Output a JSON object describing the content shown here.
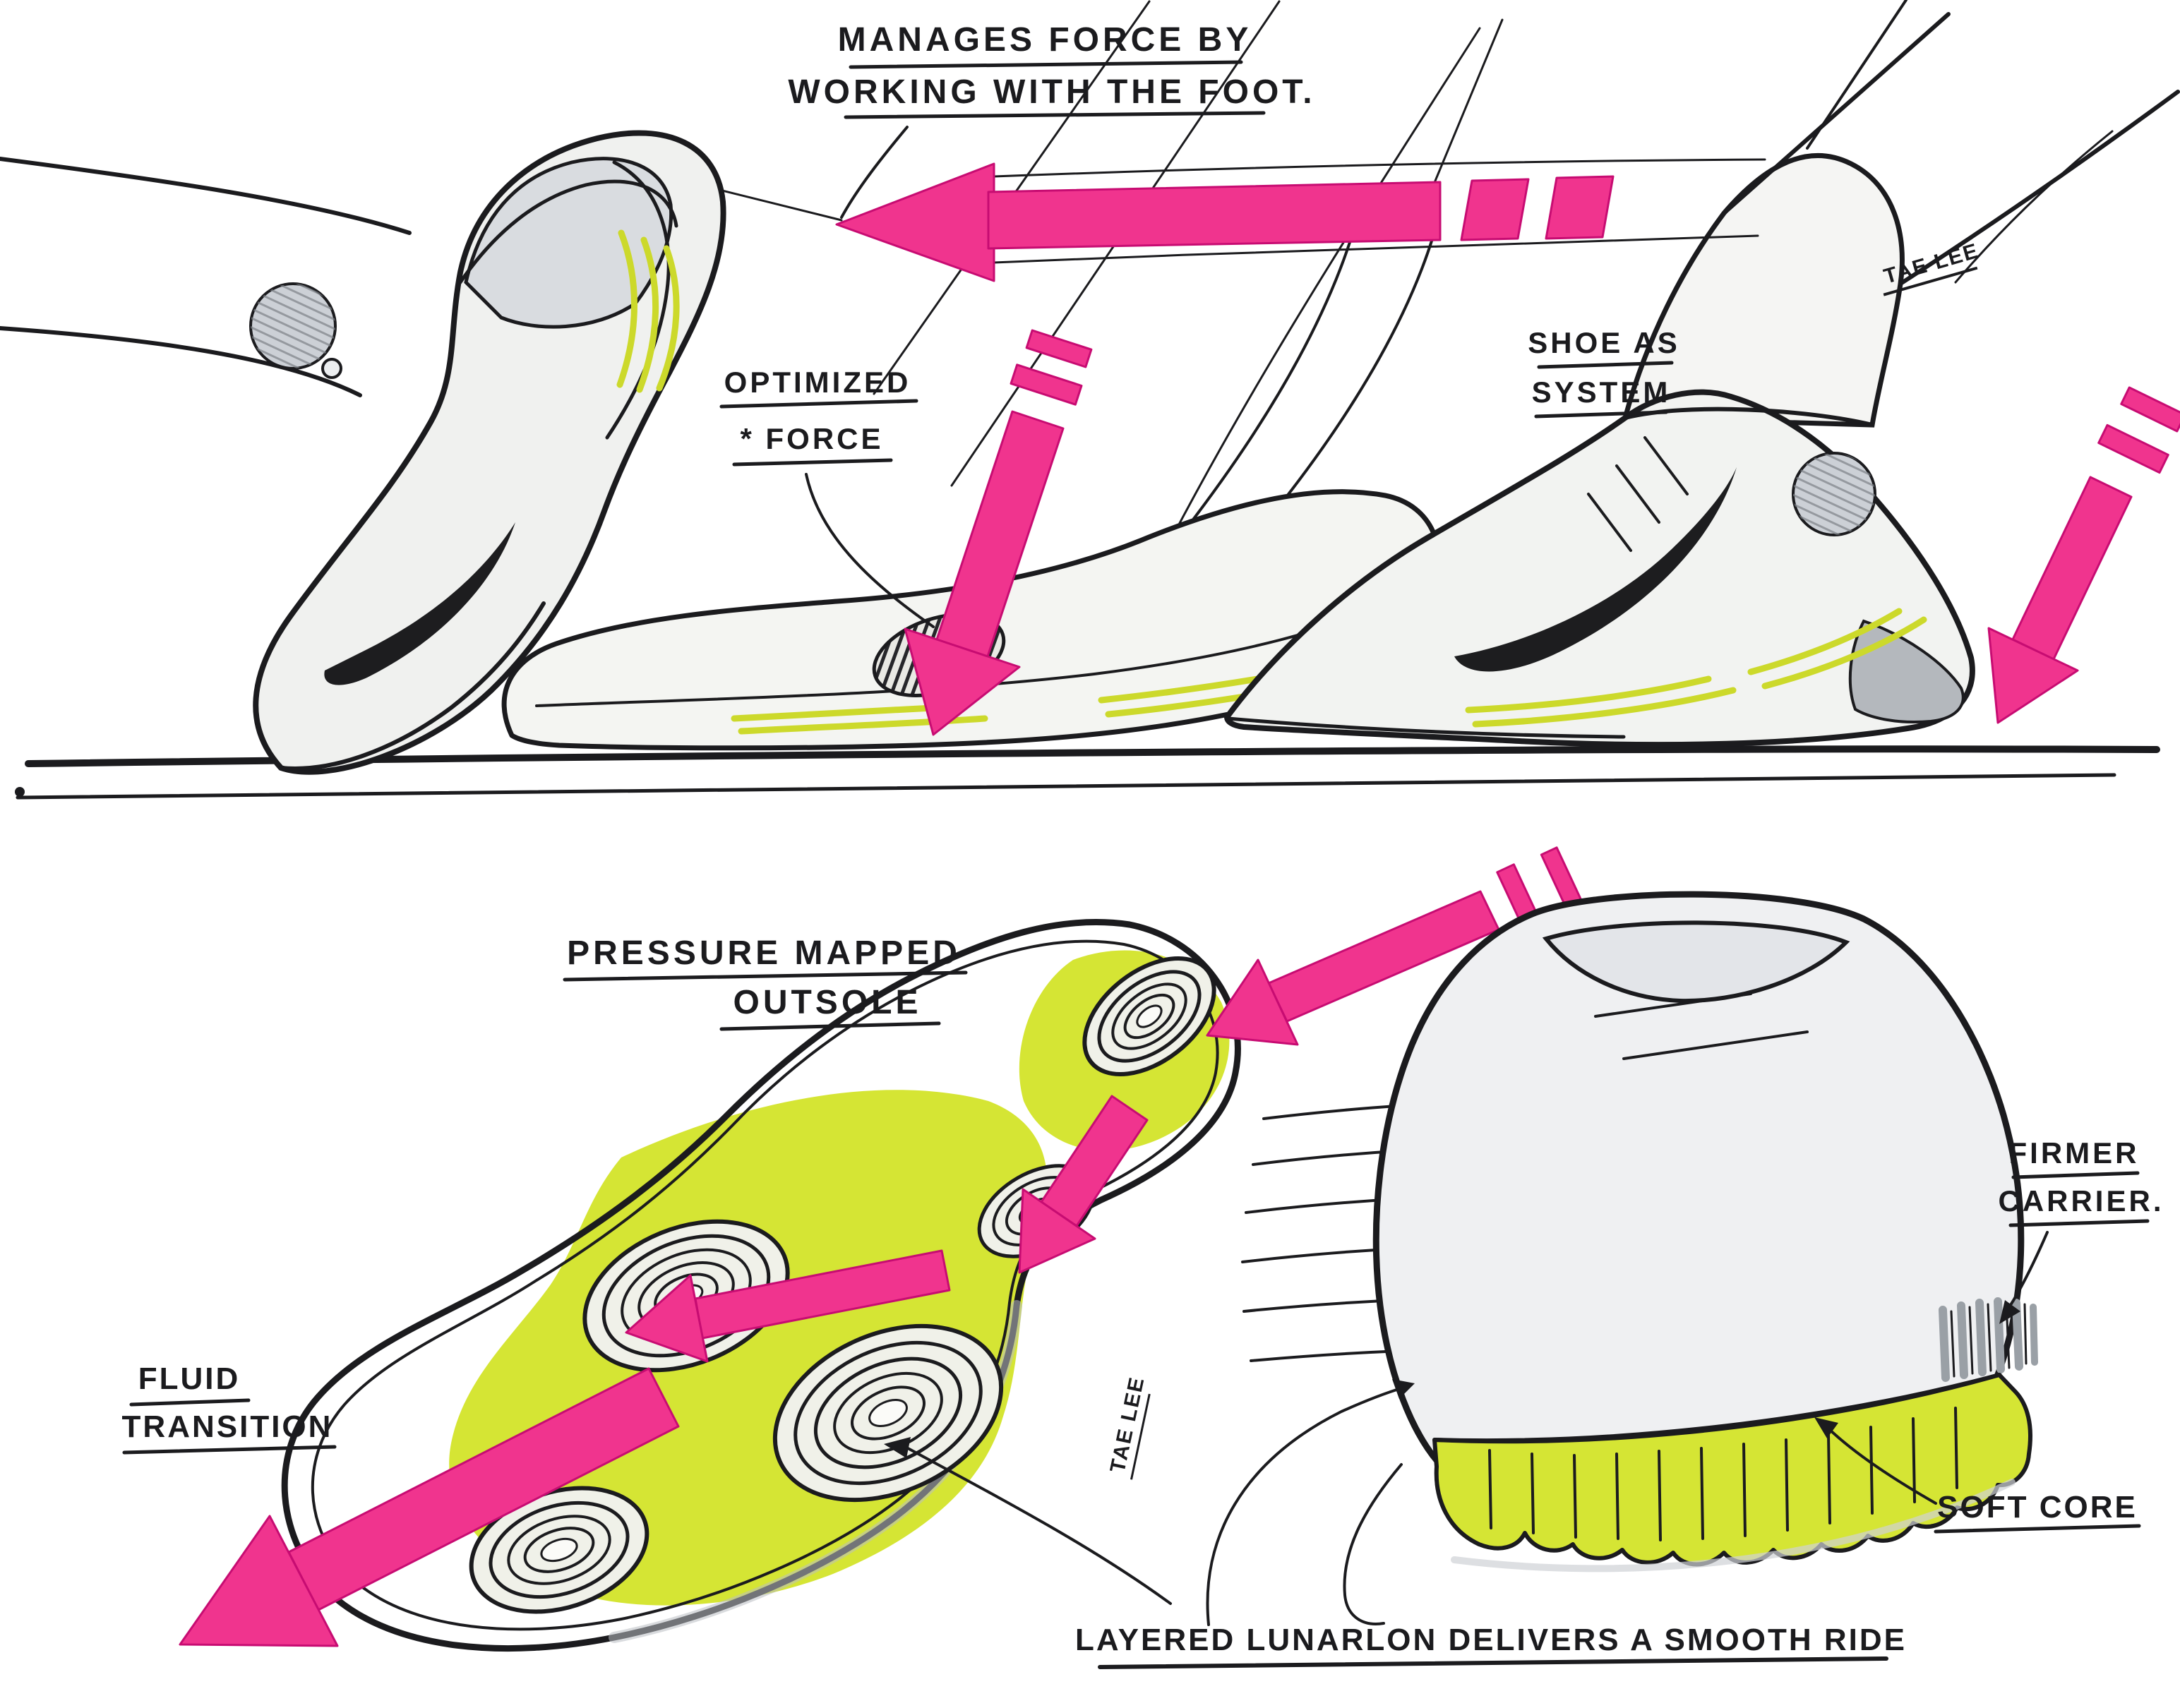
{
  "palette": {
    "pink": "#f0348e",
    "volt": "#d5e534",
    "ink": "#1b1b1e",
    "paper": "#ffffff",
    "gray": "#ccd0d6"
  },
  "annotations": {
    "manages_force": {
      "line1": "MANAGES FORCE BY",
      "line2": "WORKING WITH THE FOOT."
    },
    "optimized_force": {
      "line1": "OPTIMIZED",
      "line2": "* FORCE"
    },
    "shoe_as_system": {
      "line1": "SHOE AS",
      "line2": "SYSTEM"
    },
    "signature_top": "TAE LEE",
    "pressure_mapped": {
      "line1": "PRESSURE MAPPED",
      "line2": "OUTSOLE"
    },
    "fluid_transition": {
      "line1": "FLUID",
      "line2": "TRANSITION"
    },
    "firmer_carrier": {
      "line1": "FIRMER",
      "line2": "CARRIER."
    },
    "soft_core": "SOFT CORE",
    "layered_lunarlon": "LAYERED LUNARLON DELIVERS A SMOOTH RIDE",
    "signature_bottom": "TAE LEE"
  }
}
